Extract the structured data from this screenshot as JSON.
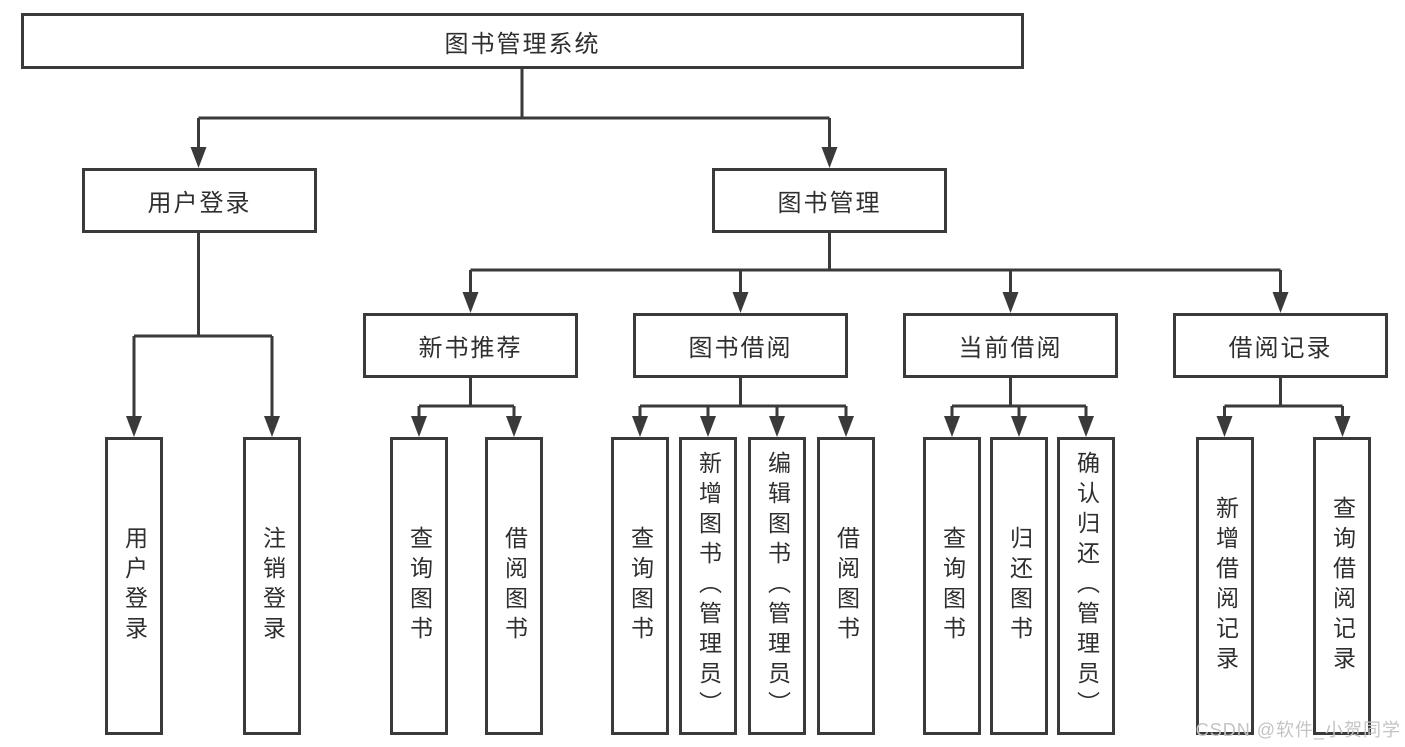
{
  "diagram": {
    "type": "tree",
    "root": {
      "label": "图书管理系统"
    },
    "level2": [
      {
        "label": "用户登录"
      },
      {
        "label": "图书管理"
      }
    ],
    "level3": [
      {
        "label": "新书推荐",
        "parent": "图书管理"
      },
      {
        "label": "图书借阅",
        "parent": "图书管理"
      },
      {
        "label": "当前借阅",
        "parent": "图书管理"
      },
      {
        "label": "借阅记录",
        "parent": "图书管理"
      }
    ],
    "leaves": [
      {
        "label": "用户登录",
        "parent": "用户登录"
      },
      {
        "label": "注销登录",
        "parent": "用户登录"
      },
      {
        "label": "查询图书",
        "parent": "新书推荐"
      },
      {
        "label": "借阅图书",
        "parent": "新书推荐"
      },
      {
        "label": "查询图书",
        "parent": "图书借阅"
      },
      {
        "label": "新增图书（管理员）",
        "parent": "图书借阅"
      },
      {
        "label": "编辑图书（管理员）",
        "parent": "图书借阅"
      },
      {
        "label": "借阅图书",
        "parent": "图书借阅"
      },
      {
        "label": "查询图书",
        "parent": "当前借阅"
      },
      {
        "label": "归还图书",
        "parent": "当前借阅"
      },
      {
        "label": "确认归还（管理员）",
        "parent": "当前借阅"
      },
      {
        "label": "新增借阅记录",
        "parent": "借阅记录"
      },
      {
        "label": "查询借阅记录",
        "parent": "借阅记录"
      }
    ]
  },
  "watermark": "CSDN @软件_小贺同学",
  "colors": {
    "line": "#3a3a3a",
    "text": "#2f2f2f",
    "watermark": "#c4c4c4",
    "background": "#ffffff"
  }
}
